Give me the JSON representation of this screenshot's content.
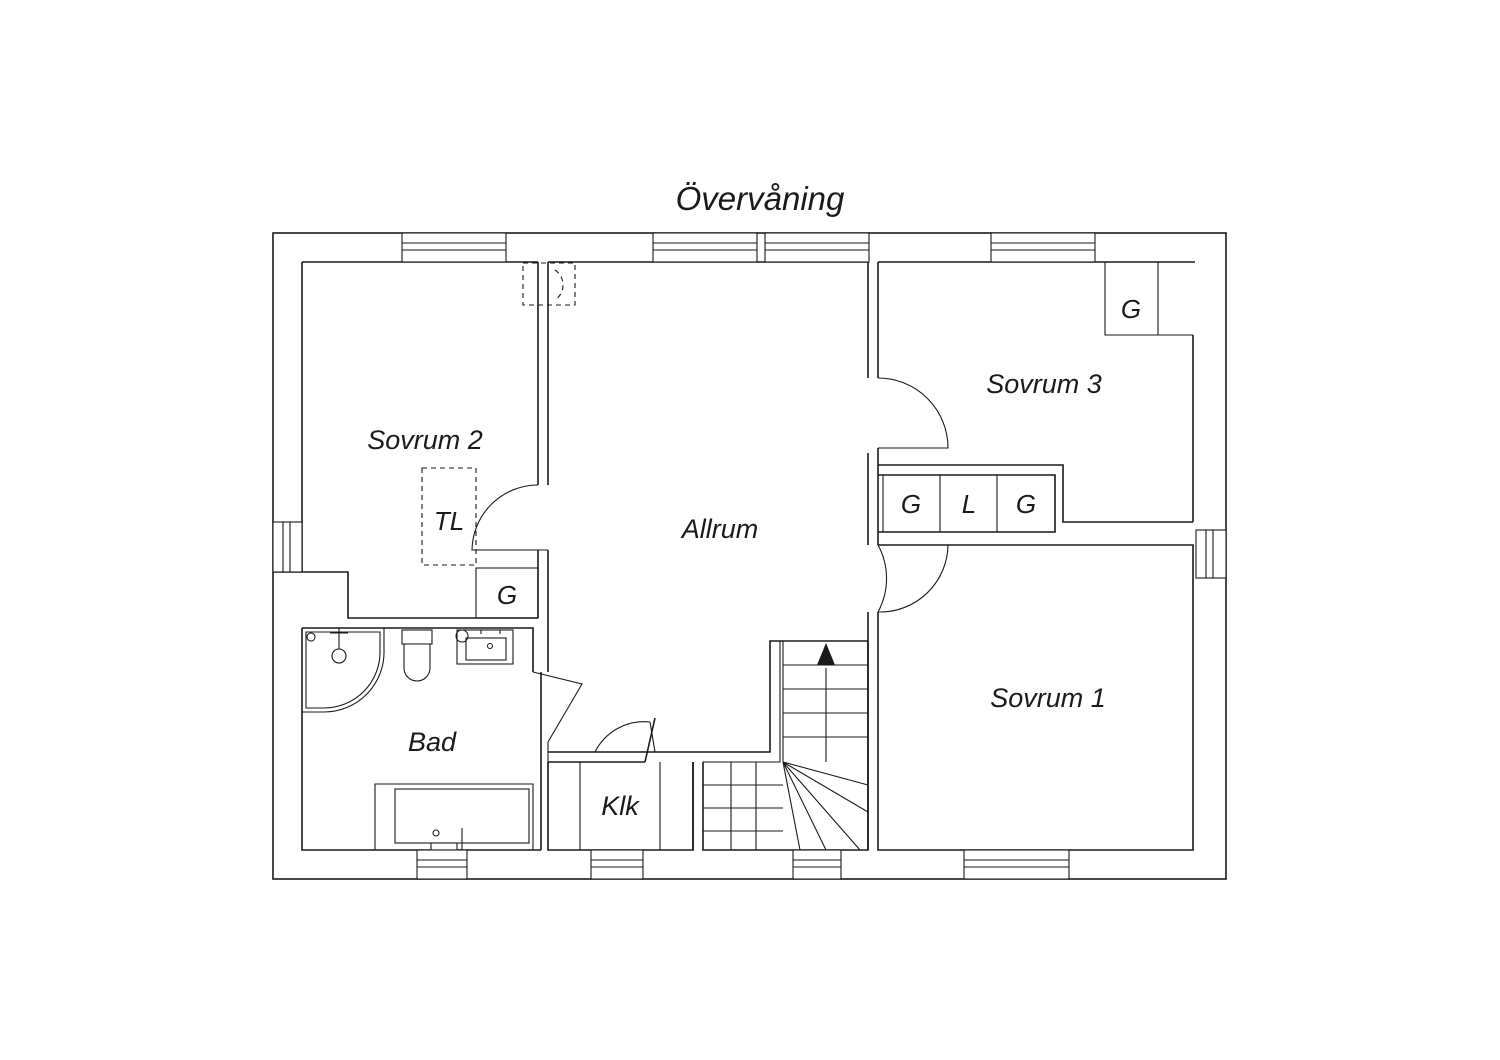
{
  "title": "Övervåning",
  "rooms": {
    "sovrum2": "Sovrum 2",
    "allrum": "Allrum",
    "sovrum3": "Sovrum 3",
    "sovrum1": "Sovrum 1",
    "bad": "Bad",
    "klk": "Klk"
  },
  "storage": {
    "tl": "TL",
    "g_sovrum2": "G",
    "g_sovrum3_top": "G",
    "g_left": "G",
    "l_mid": "L",
    "g_right": "G"
  }
}
